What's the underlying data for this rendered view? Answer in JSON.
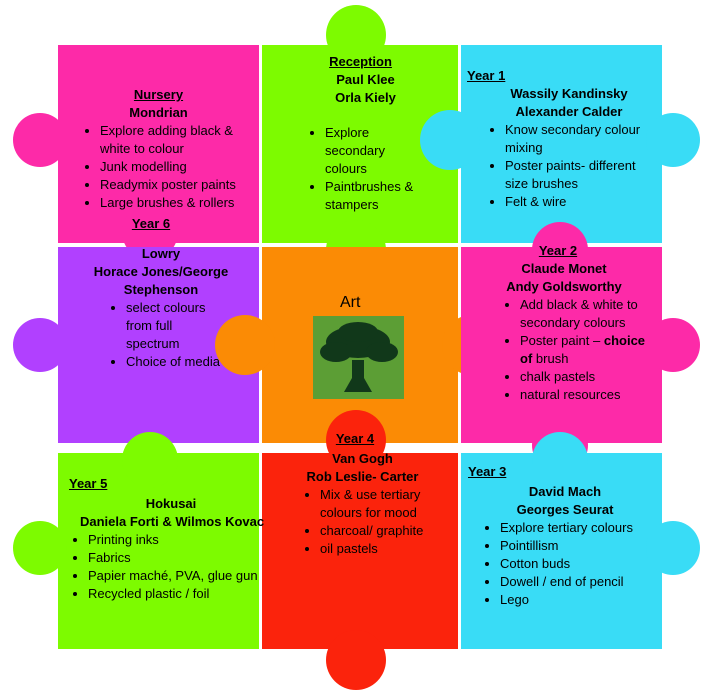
{
  "colors": {
    "pink": "#fd2aa8",
    "lime": "#7dfb00",
    "cyan": "#39dcf6",
    "purple": "#b140ff",
    "orange": "#fb8b05",
    "red": "#fb230c",
    "tree_bg": "#5c9e35",
    "tree": "#11381a"
  },
  "center": {
    "title": "Art"
  },
  "nursery": {
    "heading": "Nursery",
    "artists": [
      "Mondrian"
    ],
    "items": [
      "Explore adding black & white to colour",
      "Junk modelling",
      "Readymix poster paints",
      "Large brushes & rollers"
    ]
  },
  "reception": {
    "heading": "Reception",
    "artists": [
      "Paul Klee",
      "Orla Kiely"
    ],
    "items": [
      "Explore secondary colours",
      "Paintbrushes & stampers"
    ]
  },
  "year1": {
    "heading": "Year 1",
    "artists": [
      "Wassily Kandinsky",
      "Alexander Calder"
    ],
    "items": [
      "Know secondary colour mixing",
      "Poster paints- different size brushes",
      "Felt & wire"
    ]
  },
  "year6": {
    "heading": "Year 6",
    "artists": [
      "Lowry",
      "Horace Jones/George",
      "Stephenson"
    ],
    "items": [
      "select colours from full spectrum",
      "Choice of media"
    ]
  },
  "year2": {
    "heading": "Year 2",
    "artists": [
      "Claude Monet",
      "Andy Goldsworthy"
    ],
    "item1": "Add black & white to secondary colours",
    "item2_pre": "Poster paint –",
    "item2_bold": "choice of",
    "item2_post": "brush",
    "item3": "chalk pastels",
    "item4": "natural resources"
  },
  "year5": {
    "heading": "Year 5",
    "artists": [
      "Hokusai",
      "Daniela Forti & Wilmos Kovac"
    ],
    "items": [
      "Printing inks",
      "Fabrics",
      "Papier maché, PVA, glue gun",
      "Recycled plastic / foil"
    ]
  },
  "year4": {
    "heading": "Year 4",
    "artists": [
      "Van Gogh",
      "Rob Leslie- Carter"
    ],
    "items": [
      "Mix & use tertiary colours for mood",
      "charcoal/ graphite",
      "oil pastels"
    ]
  },
  "year3": {
    "heading": "Year 3",
    "artists": [
      "David Mach",
      "Georges Seurat"
    ],
    "items": [
      "Explore tertiary colours",
      "Pointillism",
      "Cotton buds",
      "Dowell / end of pencil",
      "Lego"
    ]
  }
}
